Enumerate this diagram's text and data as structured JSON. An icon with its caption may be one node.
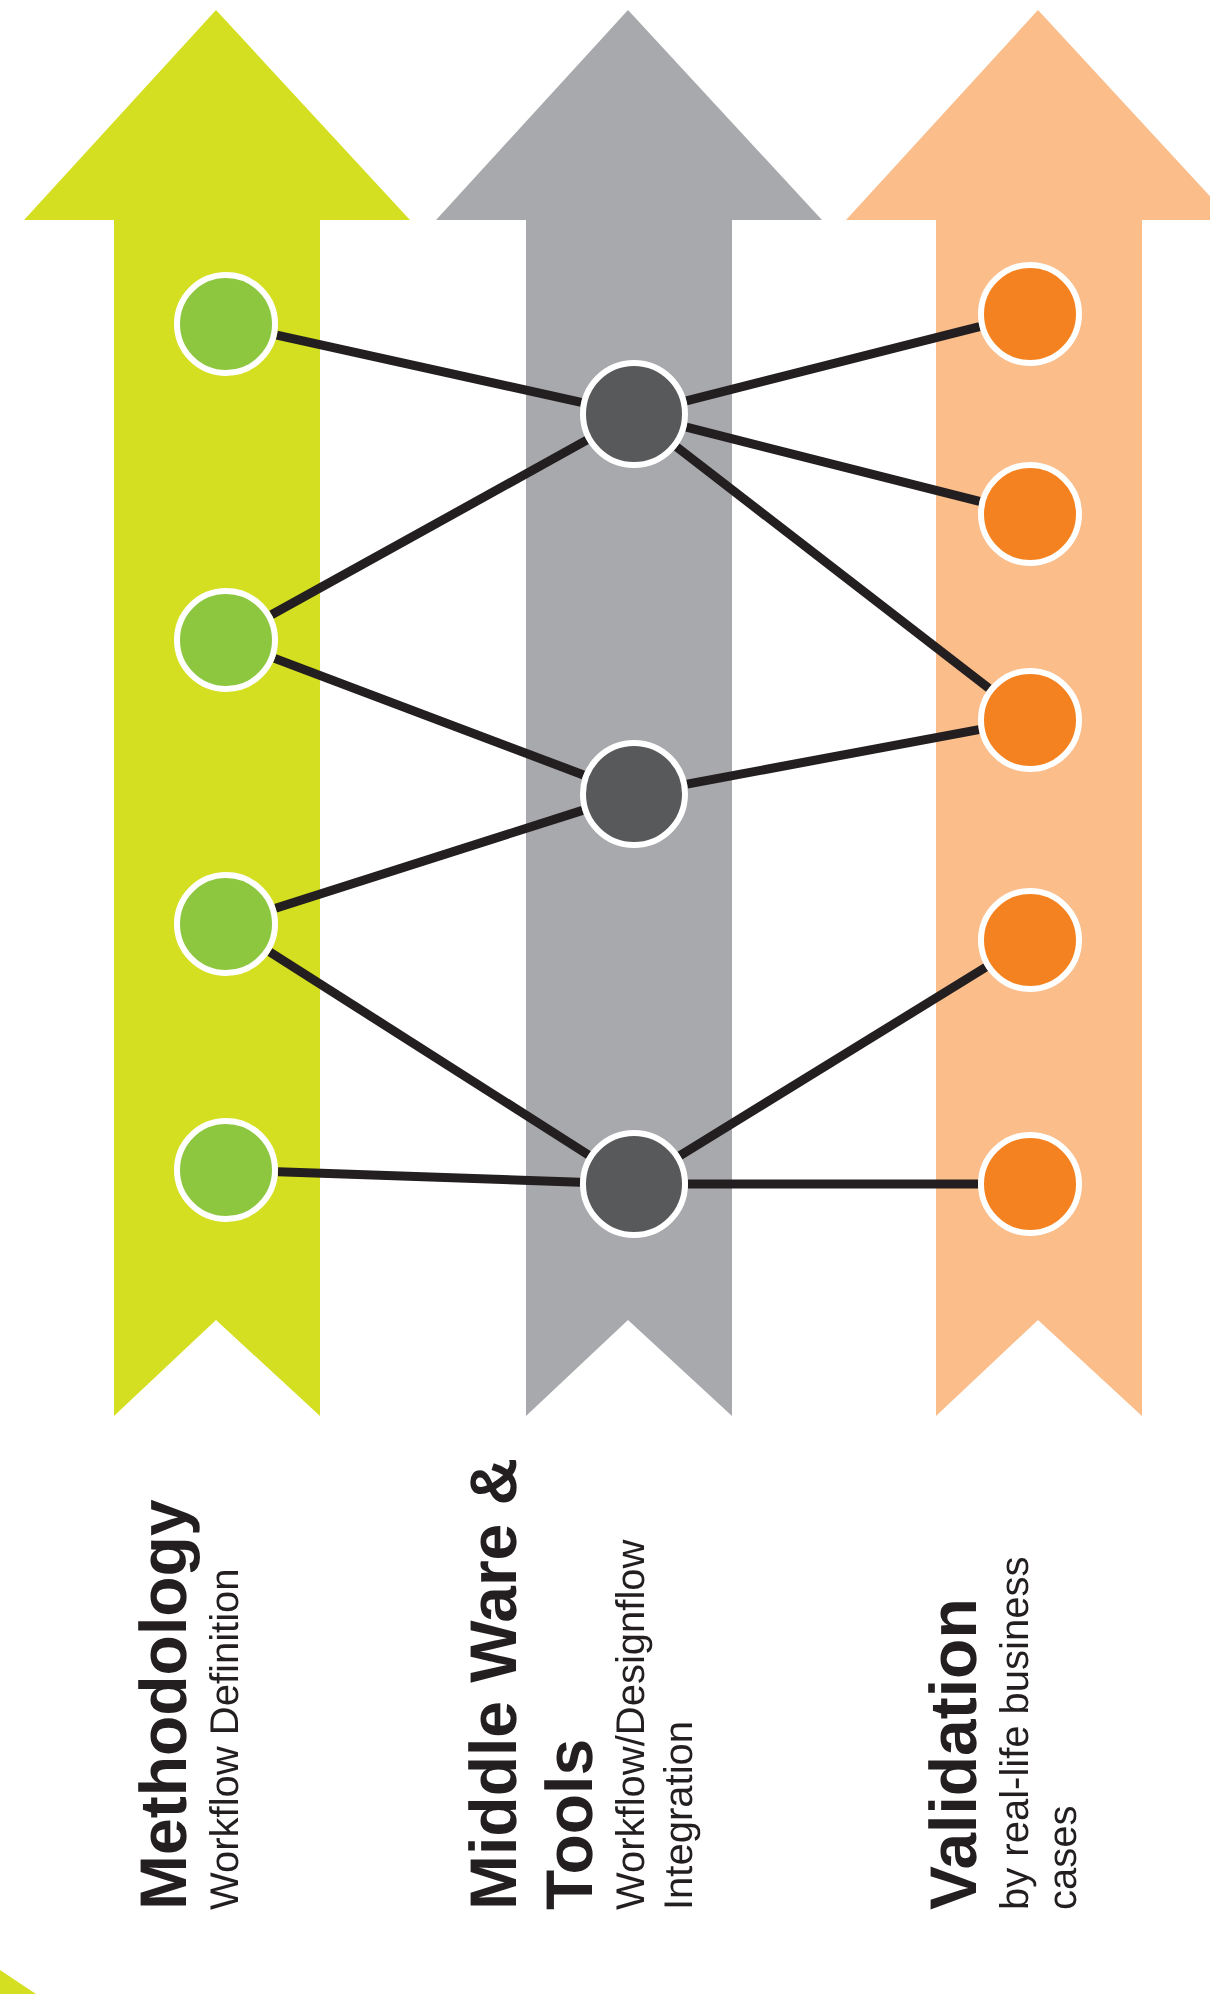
{
  "diagram": {
    "nodes": [
      {
        "text": [
          "Methodology",
          "Workflow Definition"
        ]
      },
      {
        "text": [],
        "shape": "circle",
        "in": 0
      },
      {
        "text": [],
        "shape": "circle",
        "in": 0
      },
      {
        "text": [],
        "shape": "circle",
        "in": 0
      },
      {
        "text": [],
        "shape": "circle",
        "in": 0
      },
      {
        "text": [
          "Middle Ware & Tools",
          "Workflow/Designflow Integration"
        ]
      },
      {
        "text": [],
        "shape": "circle",
        "in": 5
      },
      {
        "text": [],
        "shape": "circle",
        "in": 5
      },
      {
        "text": [],
        "shape": "circle",
        "in": 5
      },
      {
        "text": [
          "Validation",
          "by real-life business cases"
        ]
      },
      {
        "text": [],
        "shape": "circle",
        "in": 9
      },
      {
        "text": [],
        "shape": "circle",
        "in": 9
      },
      {
        "text": [],
        "shape": "circle",
        "in": 9
      },
      {
        "text": [],
        "shape": "circle",
        "in": 9
      },
      {
        "text": [],
        "shape": "circle",
        "in": 9
      }
    ],
    "edges": [
      {
        "from": 1,
        "to": 6,
        "arrow": "none"
      },
      {
        "from": 2,
        "to": 6,
        "arrow": "none"
      },
      {
        "from": 2,
        "to": 7,
        "arrow": "none"
      },
      {
        "from": 3,
        "to": 7,
        "arrow": "none"
      },
      {
        "from": 3,
        "to": 8,
        "arrow": "none"
      },
      {
        "from": 4,
        "to": 8,
        "arrow": "none"
      },
      {
        "from": 6,
        "to": 10,
        "arrow": "none"
      },
      {
        "from": 6,
        "to": 11,
        "arrow": "none"
      },
      {
        "from": 6,
        "to": 12,
        "arrow": "none"
      },
      {
        "from": 7,
        "to": 12,
        "arrow": "none"
      },
      {
        "from": 8,
        "to": 13,
        "arrow": "none"
      },
      {
        "from": 8,
        "to": 14,
        "arrow": "none"
      }
    ]
  }
}
